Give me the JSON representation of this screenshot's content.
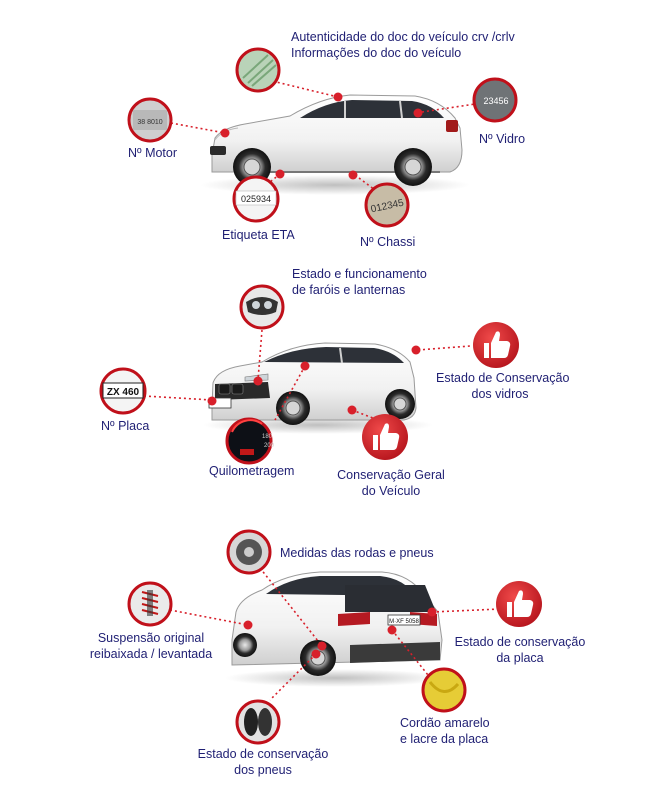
{
  "section1": {
    "doc_line1": "Autenticidade do doc do veículo crv /crlv",
    "doc_line2": "Informações do doc do veículo",
    "motor": "Nº Motor",
    "vidro": "Nº Vidro",
    "etiqueta": "Etiqueta ETA",
    "chassi": "Nº Chassi",
    "motor_plate_text": "38 8010",
    "vidro_plate_text": "23456",
    "eta_plate_text": "025934",
    "chassi_plate_text": "012345"
  },
  "section2": {
    "farois_line1": "Estado e funcionamento",
    "farois_line2": "de faróis e lanternas",
    "vidros_line1": "Estado de Conservação",
    "vidros_line2": "dos vidros",
    "placa": "Nº Placa",
    "placa_plate_text": "ZX 460",
    "quilometragem": "Quilometragem",
    "conservacao_line1": "Conservação Geral",
    "conservacao_line2": "do Veículo"
  },
  "section3": {
    "rodas": "Medidas das rodas e pneus",
    "suspensao_line1": "Suspensão original",
    "suspensao_line2": "reibaixada / levantada",
    "placa_line1": "Estado de conservação",
    "placa_line2": "da placa",
    "cordao_line1": "Cordão amarelo",
    "cordao_line2": "e lacre da placa",
    "pneus_line1": "Estado de conservação",
    "pneus_line2": "dos pneus"
  },
  "colors": {
    "accent_red": "#d8202b",
    "label_navy": "#1f1f73",
    "car_white": "#f7f7f7",
    "dotted_line": "#d8202b"
  },
  "icons": [
    "thumbs-up-icon",
    "magnifier-circle-icon",
    "car-illustration"
  ]
}
